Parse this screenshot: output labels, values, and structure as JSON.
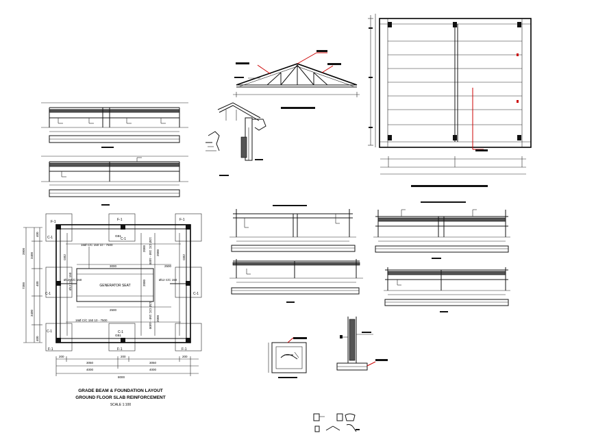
{
  "title": {
    "line1": "GRADE BEAM & FOUNDATION LAYOUT",
    "line2": "GROUND FLOOR SLAB REINFORCEMENT",
    "scale": "SCALE 1:100"
  },
  "plan": {
    "centre_label": "GENERATOR SEAT",
    "footings": [
      "F-1",
      "F-1",
      "F-1",
      "F-1",
      "F-1",
      "F-1"
    ],
    "columns": [
      "C-1",
      "C-1",
      "C-1",
      "C-1",
      "C-1",
      "C-1"
    ],
    "beams": [
      "GB1",
      "GB1",
      "GB2",
      "GB2"
    ],
    "bar_notes": [
      "16Ø C/C 150 10 - 7500",
      "16Ø C/C 150 10 - 7500"
    ],
    "vertical_notes": [
      "12Ø C/C 150 - 4400",
      "12Ø C/C 150 - 4400"
    ],
    "side_notes": [
      "Ø12 C/C 150",
      "Ø12 C/C 150",
      "Ø12 C/C 150"
    ],
    "dim_left": [
      "3900",
      "400",
      "3400",
      "400",
      "3400",
      "400",
      "7300"
    ],
    "dim_inner": [
      "2000",
      "2000",
      "2000",
      "2000"
    ],
    "dim_mid": [
      "3000",
      "2500",
      "2500"
    ],
    "dim_bottom_row1": [
      "200",
      "3050",
      "200",
      "3050",
      "200"
    ],
    "dim_bottom_row2": [
      "4000",
      "4000"
    ],
    "dim_bottom_total": "8000"
  }
}
